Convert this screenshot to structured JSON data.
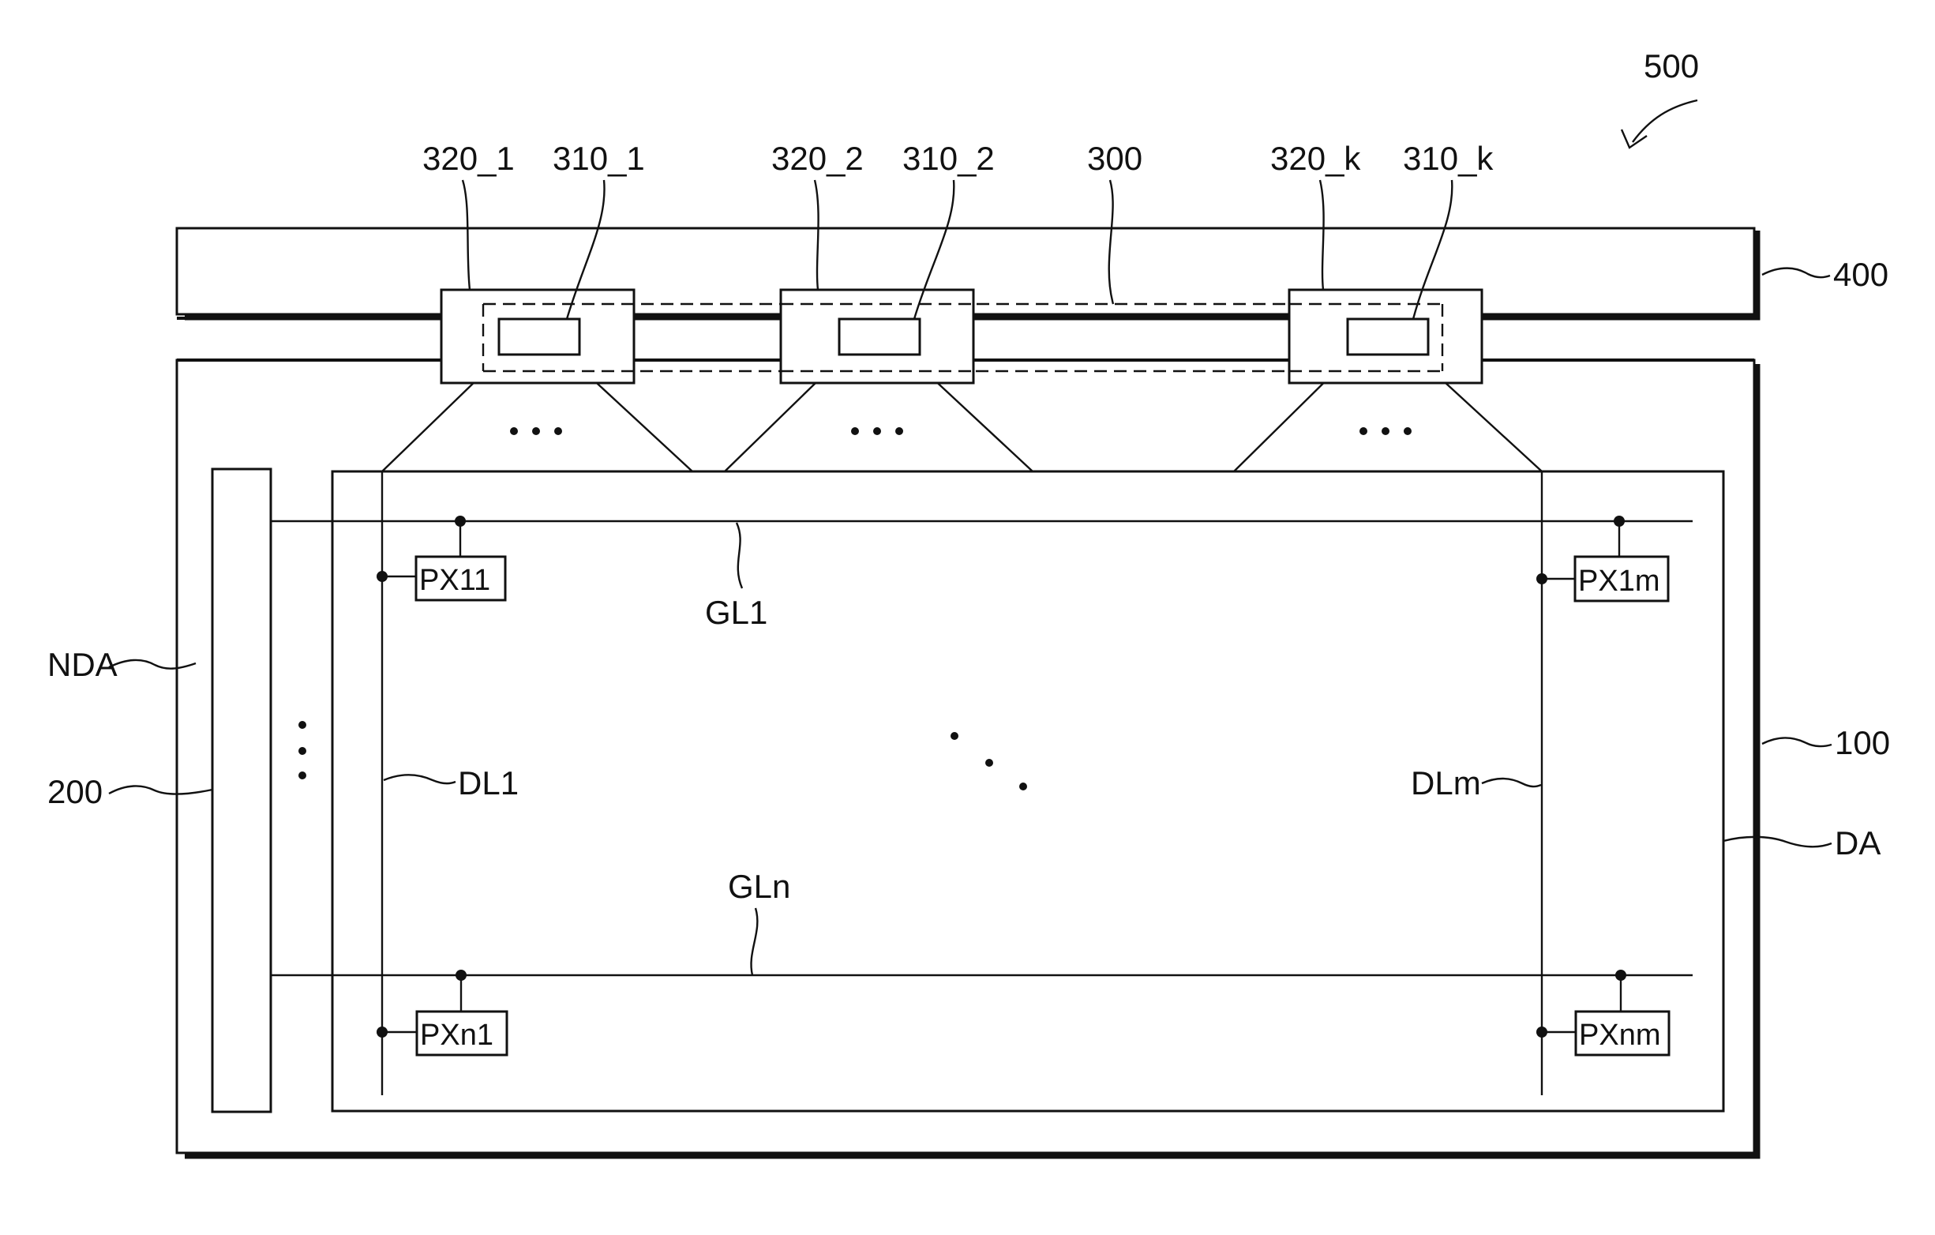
{
  "figure": {
    "labels": {
      "device": "500",
      "module_320_1": "320_1",
      "chip_310_1": "310_1",
      "module_320_2": "320_2",
      "chip_310_2": "310_2",
      "film": "300",
      "module_320_k": "320_k",
      "chip_310_k": "310_k",
      "circuit_board": "400",
      "non_display_area": "NDA",
      "panel": "100",
      "display_area": "DA",
      "gate_driver": "200",
      "data_line_first": "DL1",
      "data_line_last": "DLm",
      "gate_line_first": "GL1",
      "gate_line_last": "GLn"
    },
    "pixels": {
      "px11": "PX11",
      "px1m": "PX1m",
      "pxn1": "PXn1",
      "pxnm": "PXnm"
    }
  }
}
